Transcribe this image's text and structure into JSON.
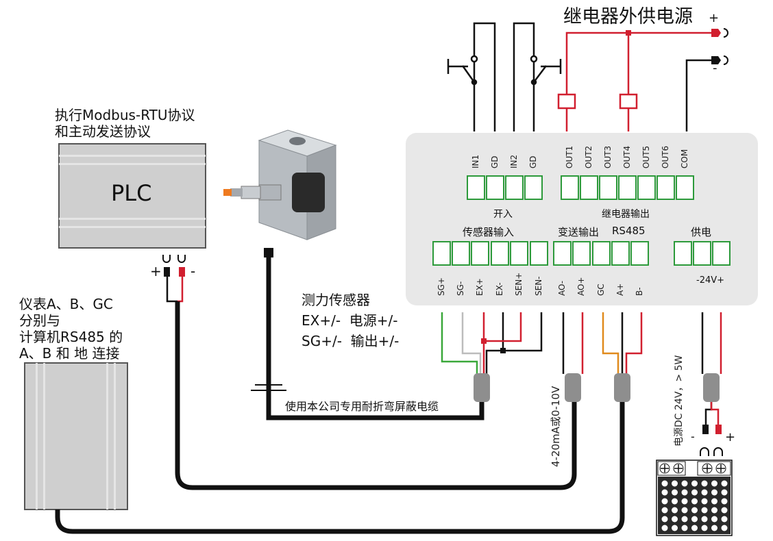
{
  "relay_power": {
    "title": "继电器外供电源",
    "plus": "+",
    "minus": "-"
  },
  "plc": {
    "caption": [
      "执行Modbus-RTU协议",
      "和主动发送协议"
    ],
    "label": "PLC",
    "terminal_plus": "+",
    "terminal_minus": "-"
  },
  "meter": {
    "caption": [
      "仪表A、B、GC",
      "分别与",
      "计算机RS485 的",
      "A、B 和 地 连接"
    ]
  },
  "sensor": {
    "caption": [
      "测力传感器",
      "EX+/-  电源+/-",
      "SG+/-  输出+/-"
    ],
    "cable_label": "使用本公司专用耐折弯屏蔽电缆"
  },
  "controller": {
    "top_pins": [
      "IN1",
      "GD",
      "IN2",
      "GD",
      "OUT1",
      "OUT2",
      "OUT3",
      "OUT4",
      "OUT5",
      "OUT6",
      "COM"
    ],
    "group_switch_in": "开入",
    "group_relay_out": "继电器输出",
    "group_sensor_in": "传感器输入",
    "group_analog_out": "变送输出",
    "group_rs485": "RS485",
    "group_power": "供电",
    "bottom_pins": [
      "SG+",
      "SG-",
      "EX+",
      "EX-",
      "SEN+",
      "SEN-",
      "AO-",
      "AO+",
      "GC",
      "A+",
      "B-"
    ],
    "power_label": "-24V+"
  },
  "analog_label": "4-20mA或0-10V",
  "psu": {
    "label": "电源DC 24V，> 5W",
    "minus": "-",
    "plus": "+"
  }
}
